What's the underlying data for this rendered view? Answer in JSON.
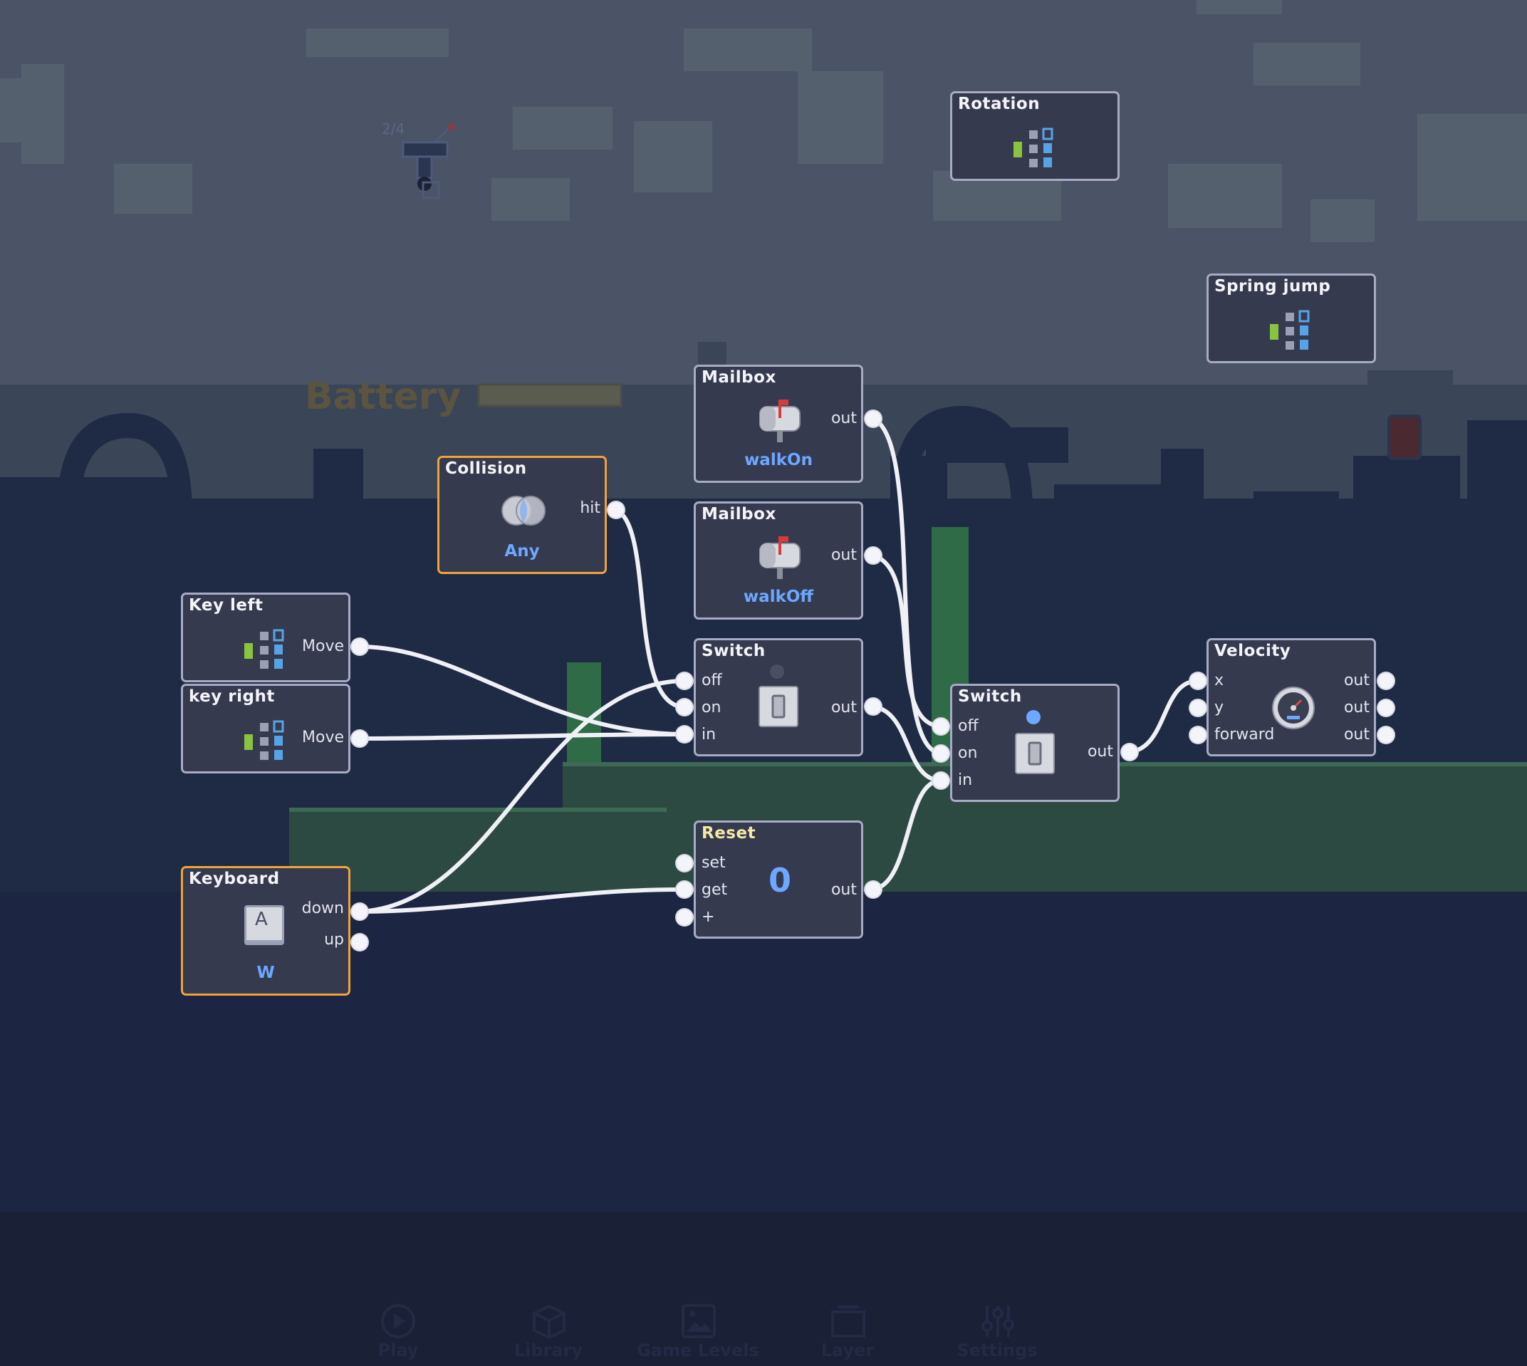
{
  "nodes": {
    "rotation": {
      "title": "Rotation"
    },
    "spring_jump": {
      "title": "Spring jump"
    },
    "mailbox_on": {
      "title": "Mailbox",
      "out": "out",
      "value": "walkOn"
    },
    "mailbox_off": {
      "title": "Mailbox",
      "out": "out",
      "value": "walkOff"
    },
    "collision": {
      "title": "Collision",
      "out": "hit",
      "value": "Any"
    },
    "key_left": {
      "title": "Key left",
      "out": "Move"
    },
    "key_right": {
      "title": "key right",
      "out": "Move"
    },
    "switch_1": {
      "title": "Switch",
      "in_off": "off",
      "in_on": "on",
      "in_in": "in",
      "out": "out"
    },
    "switch_2": {
      "title": "Switch",
      "in_off": "off",
      "in_on": "on",
      "in_in": "in",
      "out": "out"
    },
    "velocity": {
      "title": "Velocity",
      "in_x": "x",
      "in_y": "y",
      "in_forward": "forward",
      "out_1": "out",
      "out_2": "out",
      "out_3": "out"
    },
    "reset": {
      "title": "Reset",
      "in_set": "set",
      "in_get": "get",
      "in_plus": "+",
      "out": "out",
      "counter": "0"
    },
    "keyboard": {
      "title": "Keyboard",
      "out_down": "down",
      "out_up": "up",
      "key_cap": "A",
      "value": "W"
    }
  },
  "hud": {
    "counter": "2/4",
    "battery_label": "Battery"
  },
  "bottom_nav": [
    "Play",
    "Library",
    "Game Levels",
    "Layer",
    "Settings"
  ],
  "colors": {
    "node_bg": "#353a4f",
    "node_border": "#a7abc4",
    "node_selected_border": "#f0a33a",
    "value_text": "#6ea7ff",
    "wire": "#f0f1f6",
    "sky": "#4a5466",
    "ground_dark": "#1c2541",
    "grass": "#2c4a42"
  }
}
